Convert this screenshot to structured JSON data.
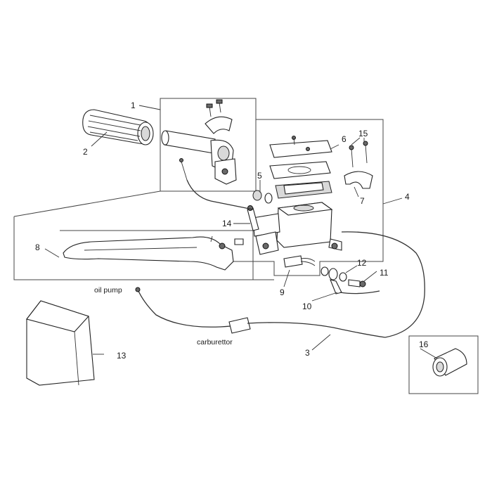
{
  "labels": {
    "l1": "1",
    "l2": "2",
    "l3": "3",
    "l4": "4",
    "l5": "5",
    "l6": "6",
    "l7": "7",
    "l8": "8",
    "l9": "9",
    "l10": "10",
    "l11": "11",
    "l12": "12",
    "l13": "13",
    "l14": "14",
    "l15": "15",
    "l16": "16"
  },
  "annotations": {
    "oil_pump": "oil pump",
    "carburettor": "carburettor"
  }
}
